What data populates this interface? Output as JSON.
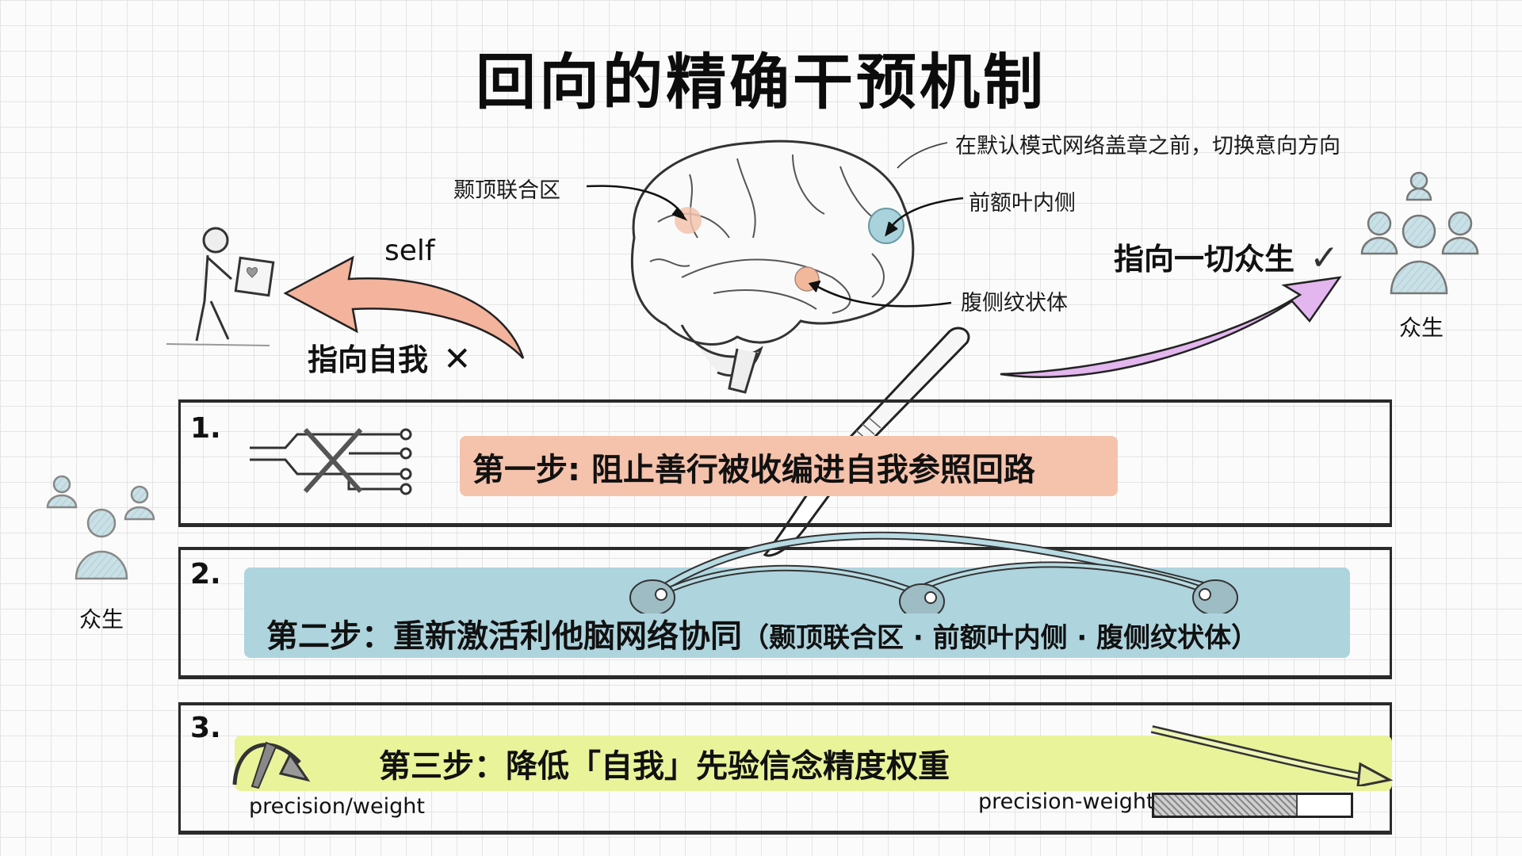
{
  "title": "回向的精确干预机制",
  "brain": {
    "annotation_top": "在默认模式网络盖章之前，切换意向方向",
    "labels": {
      "tpj": "颞顶联合区",
      "mpfc": "前额叶内侧",
      "vs": "腹侧纹状体"
    },
    "colors": {
      "tpj": "#f2c3ad",
      "mpfc": "#a9d2dc",
      "vs": "#f2b89c"
    }
  },
  "left": {
    "arrow_label": "self",
    "direction_label": "指向自我",
    "mark": "✕",
    "arrow_color": "#f4b39c"
  },
  "right": {
    "direction_label": "指向一切众生",
    "mark": "✓",
    "group_label": "众生",
    "arrow_color": "#e3b6ef"
  },
  "side_group": {
    "label": "众生"
  },
  "steps": [
    {
      "number": "1.",
      "text": "第一步: 阻止善行被收编进自我参照回路",
      "color": "#f5c2ac"
    },
    {
      "number": "2.",
      "text": "第二步：重新激活利他脑网络协同",
      "sub": "（颞顶联合区 · 前额叶内侧 · 腹侧纹状体）",
      "color": "#aed4de"
    },
    {
      "number": "3.",
      "text": "第三步：降低「自我」先验信念精度权重",
      "color": "#e9f39a",
      "gauge_label": "precision/weight",
      "bar_label": "precision-weight",
      "bar_fill_percent": 72
    }
  ]
}
